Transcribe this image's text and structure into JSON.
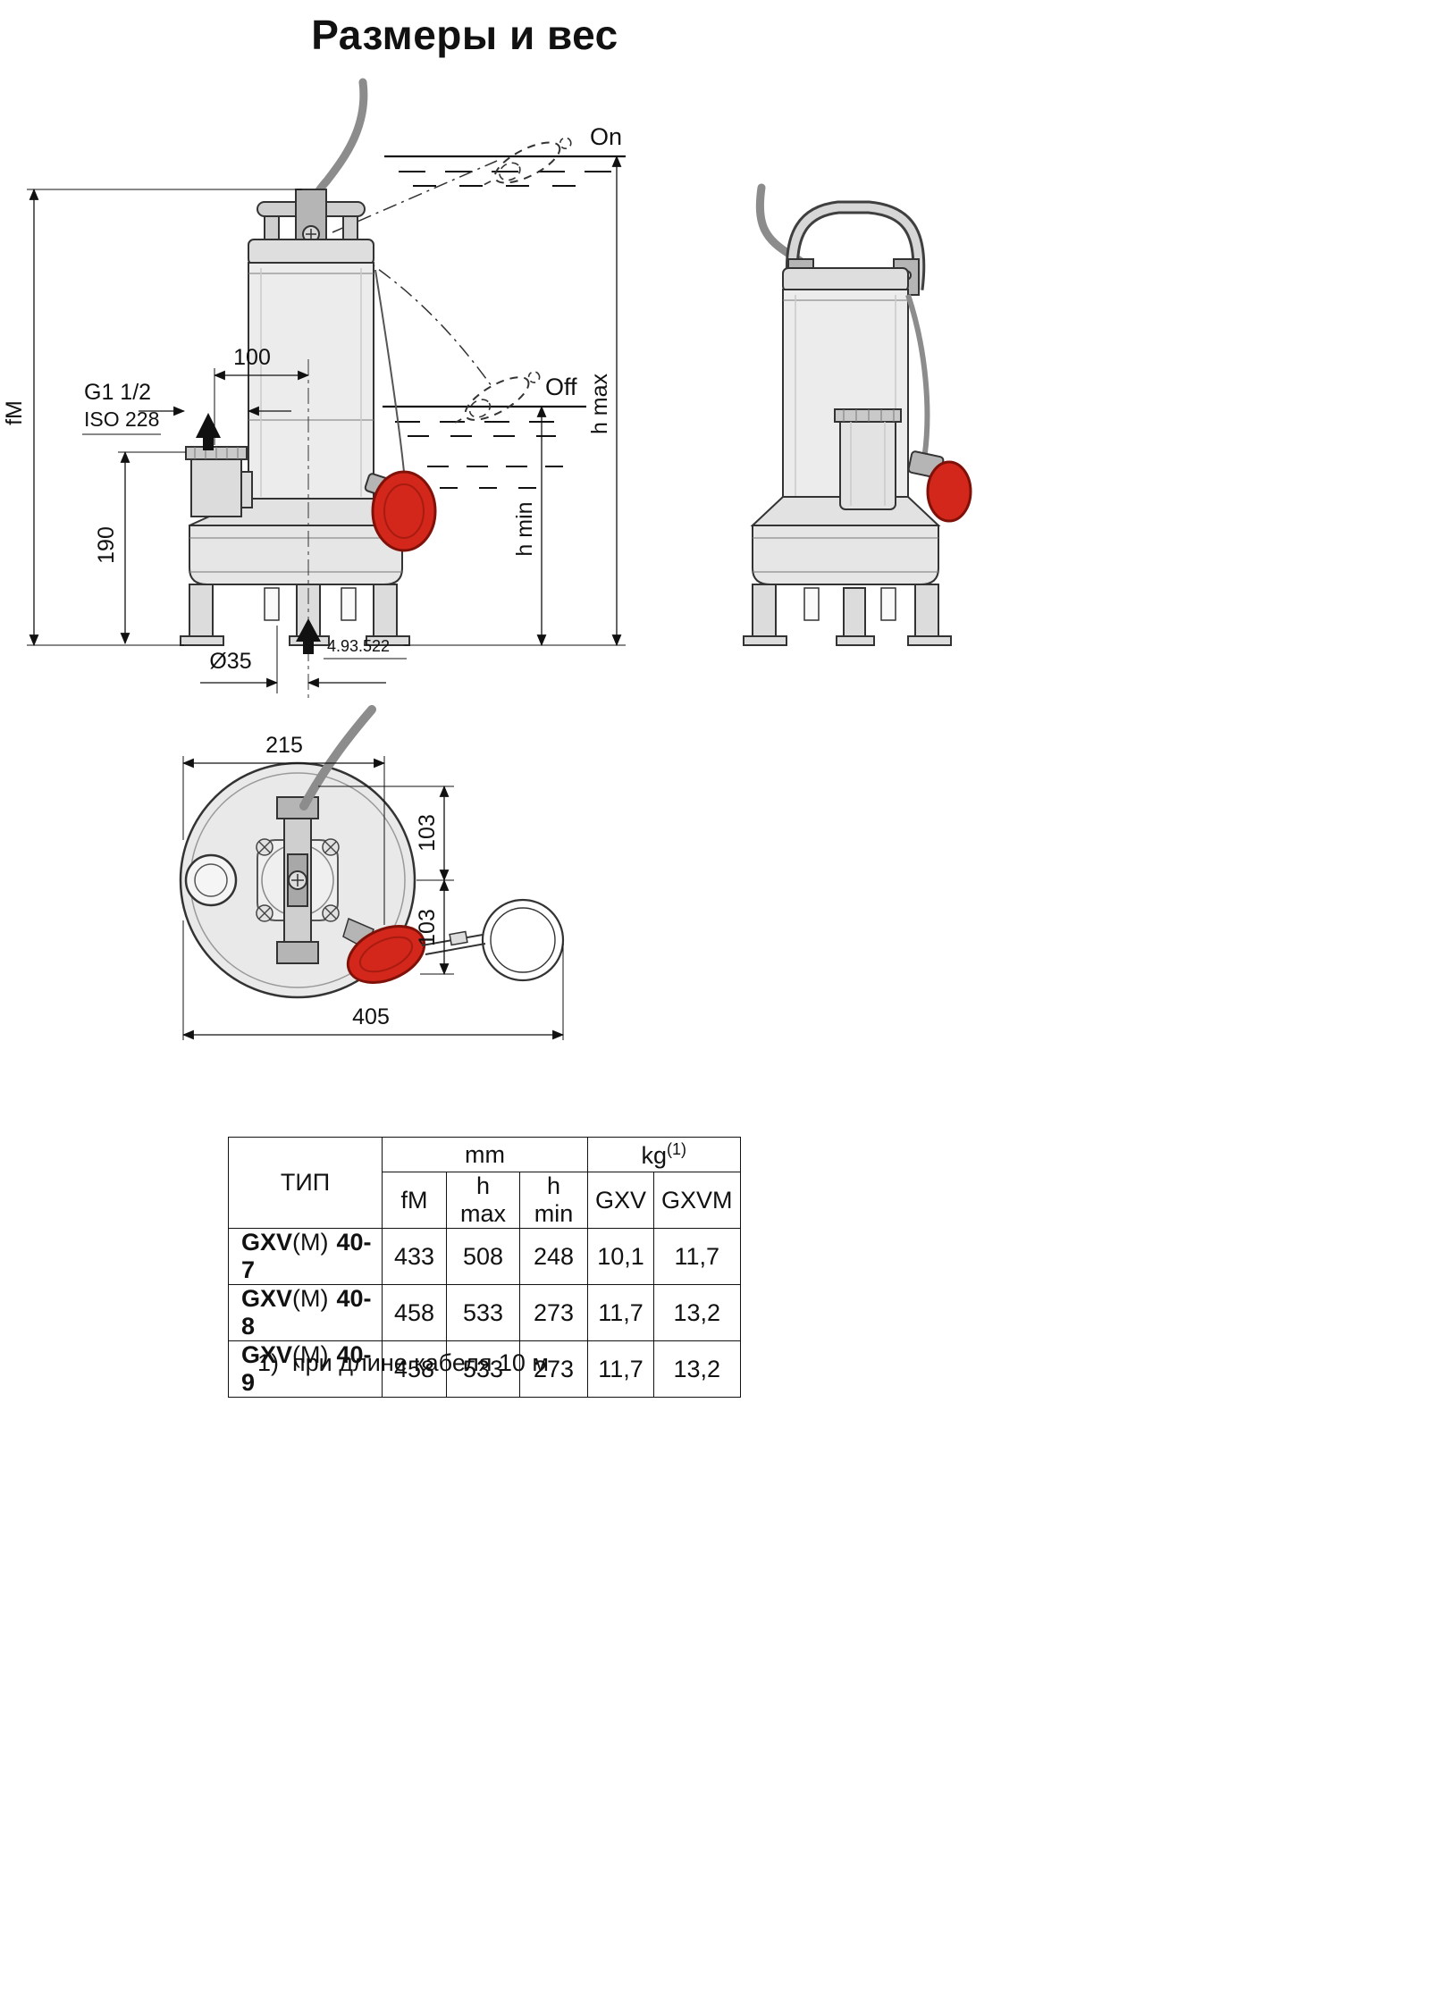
{
  "title": "Размеры и вес",
  "drawing": {
    "front": {
      "fM": "fM",
      "dim_100": "100",
      "thread": "G1 1/2",
      "iso": "ISO 228",
      "dim_190": "190",
      "dim_35": "Ø35",
      "code": "4.93.522",
      "on": "On",
      "off": "Off",
      "h_max": "h max",
      "h_min": "h min"
    },
    "top_view": {
      "dim_215": "215",
      "dim_103_upper": "103",
      "dim_103_lower": "103",
      "dim_405": "405"
    },
    "colors": {
      "float_red": "#d2271a",
      "line": "#111111",
      "metal_light": "#ececec"
    }
  },
  "table": {
    "type_header": "ТИП",
    "mm_header": "mm",
    "kg_header": "kg",
    "kg_sup": "(1)",
    "sub_headers": {
      "fm": "fM",
      "h_max": "h max",
      "h_min": "h min",
      "gxv": "GXV",
      "gxvm": "GXVM"
    },
    "rows": [
      {
        "model_bold": "GXV",
        "model_mid": "(M)",
        "model_suffix": "40-7",
        "fm": "433",
        "h_max": "508",
        "h_min": "248",
        "gxv": "10,1",
        "gxvm": "11,7"
      },
      {
        "model_bold": "GXV",
        "model_mid": "(M)",
        "model_suffix": "40-8",
        "fm": "458",
        "h_max": "533",
        "h_min": "273",
        "gxv": "11,7",
        "gxvm": "13,2"
      },
      {
        "model_bold": "GXV",
        "model_mid": "(M)",
        "model_suffix": "40-9",
        "fm": "458",
        "h_max": "533",
        "h_min": "273",
        "gxv": "11,7",
        "gxvm": "13,2"
      }
    ]
  },
  "footnote": "1)  при длине кабеля 10 м"
}
